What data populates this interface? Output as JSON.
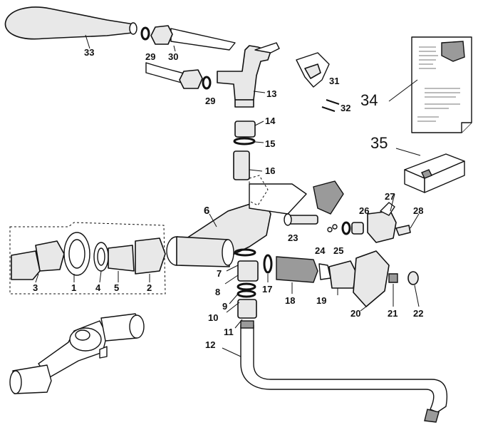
{
  "diagram": {
    "labels": {
      "p1": "1",
      "p2": "2",
      "p3": "3",
      "p4": "4",
      "p5": "5",
      "p6": "6",
      "p7": "7",
      "p8": "8",
      "p9": "9",
      "p10": "10",
      "p11": "11",
      "p12": "12",
      "p13": "13",
      "p14": "14",
      "p15": "15",
      "p16": "16",
      "p17": "17",
      "p18": "18",
      "p19": "19",
      "p20": "20",
      "p21": "21",
      "p22": "22",
      "p23": "23",
      "p24": "24",
      "p25": "25",
      "p26": "26",
      "p27": "27",
      "p28": "28",
      "p29a": "29",
      "p29b": "29",
      "p30": "30",
      "p31": "31",
      "p32": "32",
      "p33": "33",
      "p34": "34",
      "p35": "35"
    }
  }
}
